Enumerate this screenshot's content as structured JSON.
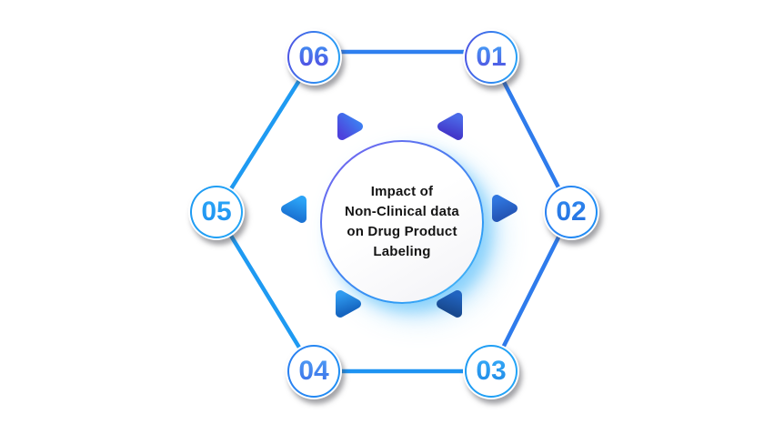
{
  "diagram": {
    "type": "hexagonal-cycle-infographic",
    "center": {
      "title": "Impact of\nNon-Clinical data\non Drug Product\nLabeling"
    },
    "nodes": [
      {
        "id": "01",
        "label": "01"
      },
      {
        "id": "02",
        "label": "02"
      },
      {
        "id": "03",
        "label": "03"
      },
      {
        "id": "04",
        "label": "04"
      },
      {
        "id": "05",
        "label": "05"
      },
      {
        "id": "06",
        "label": "06"
      }
    ],
    "icons": {
      "arrows": [
        {
          "name": "play-triangle-top-left",
          "direction": "right"
        },
        {
          "name": "play-triangle-top-right",
          "direction": "left"
        },
        {
          "name": "play-triangle-mid-left",
          "direction": "left"
        },
        {
          "name": "play-triangle-mid-right",
          "direction": "right"
        },
        {
          "name": "play-triangle-bottom-left",
          "direction": "right"
        },
        {
          "name": "play-triangle-bottom-right",
          "direction": "left"
        }
      ]
    },
    "colors": {
      "edge_blue": "#2E7BEC",
      "edge_azure": "#1E9AF2",
      "number_indigo": "#5150E2",
      "number_blue": "#2E86EE",
      "number_azure": "#2BA3F7",
      "ring_blue": "#2B7FF0",
      "center_glow": "#8ED5F9",
      "text": "#141414",
      "background": "#FFFFFF"
    }
  }
}
